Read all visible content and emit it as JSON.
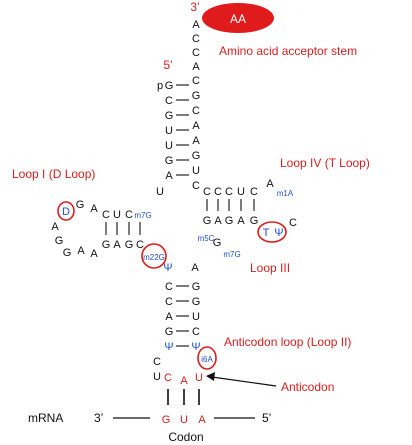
{
  "labels": {
    "three_prime_top": "3’",
    "five_prime_top": "5’",
    "aa": "AA",
    "acceptor_stem": "Amino acid acceptor stem",
    "loop_i": "Loop I (D Loop)",
    "loop_iv": "Loop IV (T Loop)",
    "loop_iii": "Loop III",
    "anticodon_loop": "Anticodon loop (Loop II)",
    "anticodon": "Anticodon",
    "mrna": "mRNA",
    "mrna_3prime": "3’",
    "mrna_5prime": "5’",
    "codon": "Codon"
  },
  "tail": [
    "A",
    "C",
    "C",
    "A"
  ],
  "acceptor_left": [
    "p",
    "G",
    "C",
    "G",
    "U",
    "U",
    "G",
    "A",
    "U"
  ],
  "acceptor_right": [
    "C",
    "G",
    "C",
    "A",
    "A",
    "G",
    "U",
    "C"
  ],
  "t_arm_top": [
    "C",
    "C",
    "C",
    "U",
    "C",
    "A"
  ],
  "t_arm_bottom": [
    "G",
    "A",
    "G",
    "A",
    "G"
  ],
  "d_arm_top": [
    "A",
    "C",
    "U",
    "C"
  ],
  "d_arm_bottom": [
    "G",
    "A",
    "G",
    "C"
  ],
  "d_loop": [
    "G",
    "A",
    "G",
    "G",
    "A",
    "A"
  ],
  "anticodon_stem_left": [
    "C",
    "C",
    "A",
    "G",
    "Ψ"
  ],
  "anticodon_stem_right": [
    "G",
    "G",
    "U",
    "C",
    "Ψ"
  ],
  "anticodon_loop_left": [
    "C",
    "U"
  ],
  "anticodon_bases": [
    "C",
    "A",
    "U"
  ],
  "codon_bases": [
    "G",
    "U",
    "A"
  ],
  "modified": {
    "d": "D",
    "m7g_d": "m7G",
    "m22g": "m22G",
    "m1a": "m1A",
    "t": "T",
    "psi_t": "Ψ",
    "m5c": "m5C",
    "m7g_var": "m7G",
    "psi_var": "Ψ",
    "i6a": "i6A"
  },
  "extra_bases": {
    "t_loop_c": "C",
    "var_a": "A",
    "var_g": "G"
  },
  "colors": {
    "red": "#d81e1e",
    "blue": "#1f4fd0",
    "black": "#111111"
  }
}
